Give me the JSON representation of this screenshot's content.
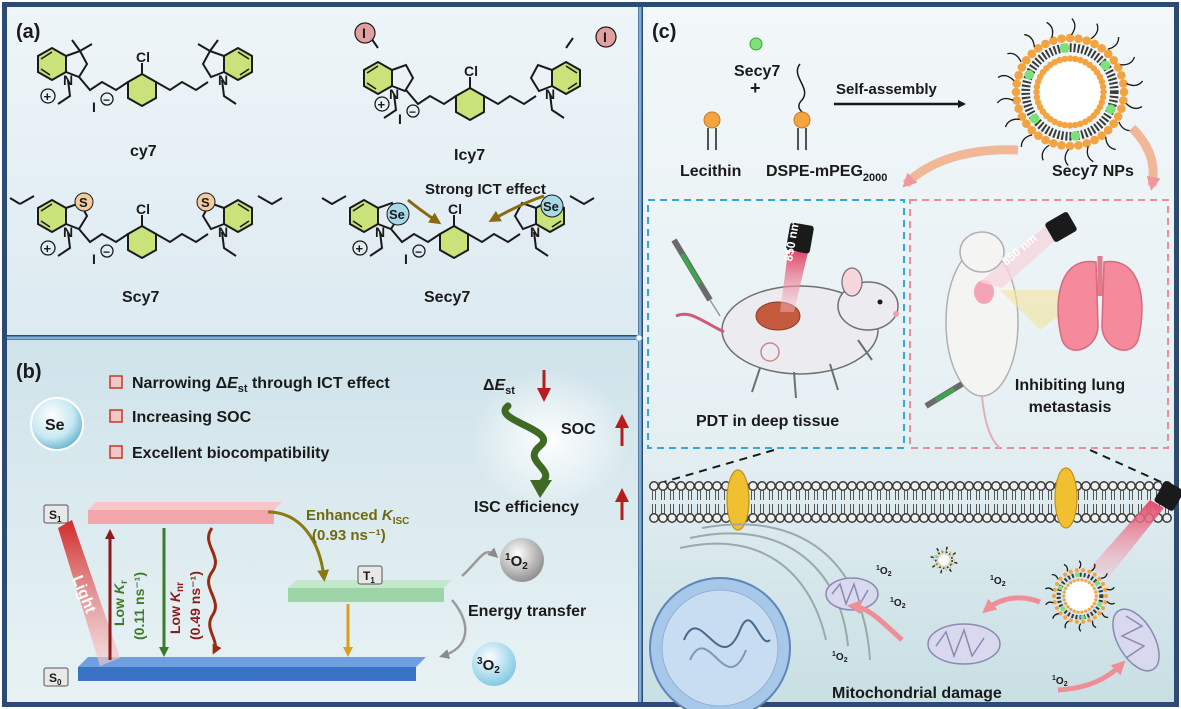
{
  "panel_a": {
    "label": "(a)",
    "molecules": [
      {
        "name": "cy7"
      },
      {
        "name": "Icy7"
      },
      {
        "name": "Scy7"
      },
      {
        "name": "Secy7"
      }
    ],
    "atoms": {
      "cl": "Cl",
      "iodide": "I",
      "iodine": "I",
      "n": "N",
      "s": "S",
      "se": "Se",
      "plus": "+",
      "minus": "−"
    },
    "ict_label": "Strong ICT effect"
  },
  "panel_b": {
    "label": "(b)",
    "se_badge": "Se",
    "bullets": [
      {
        "pre": "Narrowing Δ",
        "italic": "E",
        "sub": "st",
        "post": " through ICT effect"
      },
      {
        "pre": "Increasing SOC",
        "italic": "",
        "sub": "",
        "post": ""
      },
      {
        "pre": "Excellent biocompatibility",
        "italic": "",
        "sub": "",
        "post": ""
      }
    ],
    "delta_est": {
      "pre": "Δ",
      "italic": "E",
      "sub": "st"
    },
    "soc": "SOC",
    "isc_efficiency": "ISC efficiency",
    "enhanced_label": "Enhanced ",
    "kisc_symbol": "K",
    "kisc_sub": "ISC",
    "kisc_value": "(0.93 ns⁻¹)",
    "s1": {
      "main": "S",
      "sub": "1"
    },
    "s0": {
      "main": "S",
      "sub": "0"
    },
    "t1": {
      "main": "T",
      "sub": "1"
    },
    "light": "Light",
    "kr_label": {
      "pre": "Low ",
      "k": "K",
      "sub": "r"
    },
    "kr_value": "(0.11 ns⁻¹)",
    "knr_label": {
      "pre": "Low ",
      "k": "K",
      "sub": "nr"
    },
    "knr_value": "(0.49 ns⁻¹)",
    "singlet_o2": {
      "sup": "1",
      "main": "O",
      "sub": "2"
    },
    "triplet_o2": {
      "sup": "3",
      "main": "O",
      "sub": "2"
    },
    "energy_transfer": "Energy transfer"
  },
  "panel_c": {
    "label": "(c)",
    "secy7": "Secy7",
    "plus": "+",
    "lecithin": "Lecithin",
    "dspe": {
      "main": "DSPE-mPEG",
      "sub": "2000"
    },
    "self_assembly": "Self-assembly",
    "nps": "Secy7 NPs",
    "wavelength": "850 nm",
    "pdt": "PDT in deep tissue",
    "inhibit": [
      "Inhibiting lung",
      "metastasis"
    ],
    "singlet_o2": {
      "sup": "1",
      "main": "O",
      "sub": "2"
    },
    "mito_damage": "Mitochondrial damage"
  },
  "colors": {
    "frame": "#2c4a72",
    "panel_bg": "#e9f2f6",
    "ring_green": "#c9e27a",
    "iodine": "#e0a0a0",
    "sulfur": "#f3cba0",
    "selenium": "#a8d8e6",
    "s1_pink": "#f3a6aa",
    "t1_green": "#9dd4a8",
    "s0_blue": "#3b73c4",
    "red_arrow": "#b81c1c",
    "mito": "#d8d8ee",
    "lipid_head": "#f4a341"
  }
}
